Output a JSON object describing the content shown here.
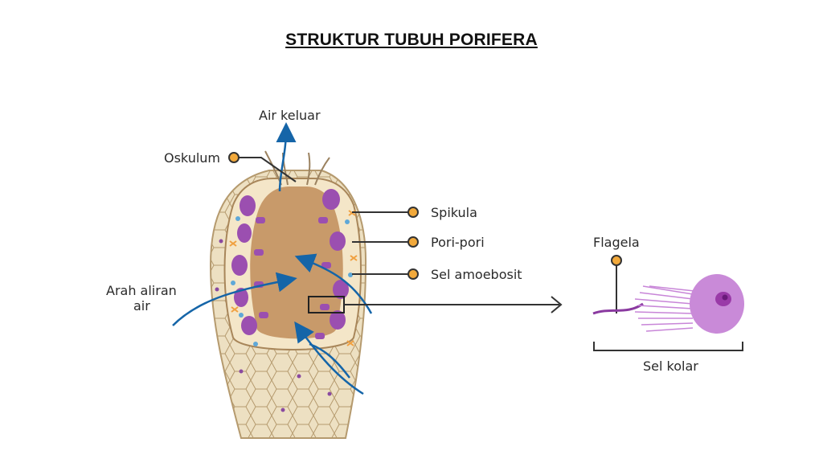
{
  "title": "STRUKTUR TUBUH PORIFERA",
  "labels": {
    "air_keluar": "Air keluar",
    "oskulum": "Oskulum",
    "spikula": "Spikula",
    "pori_pori": "Pori-pori",
    "sel_amoebosit": "Sel amoebosit",
    "arah_aliran_1": "Arah aliran",
    "arah_aliran_2": "air",
    "flagela": "Flagela",
    "sel_kolar": "Sel kolar"
  },
  "colors": {
    "water_arrow": "#1565a8",
    "pointer_dot": "#f2a93b",
    "pointer_line": "#333333",
    "body_wall": "#e8d9b8",
    "body_outline": "#b59a6e",
    "cavity": "#c89a6a",
    "choanocyte": "#9b4fb0",
    "collar_cell": "#b06ac4"
  }
}
